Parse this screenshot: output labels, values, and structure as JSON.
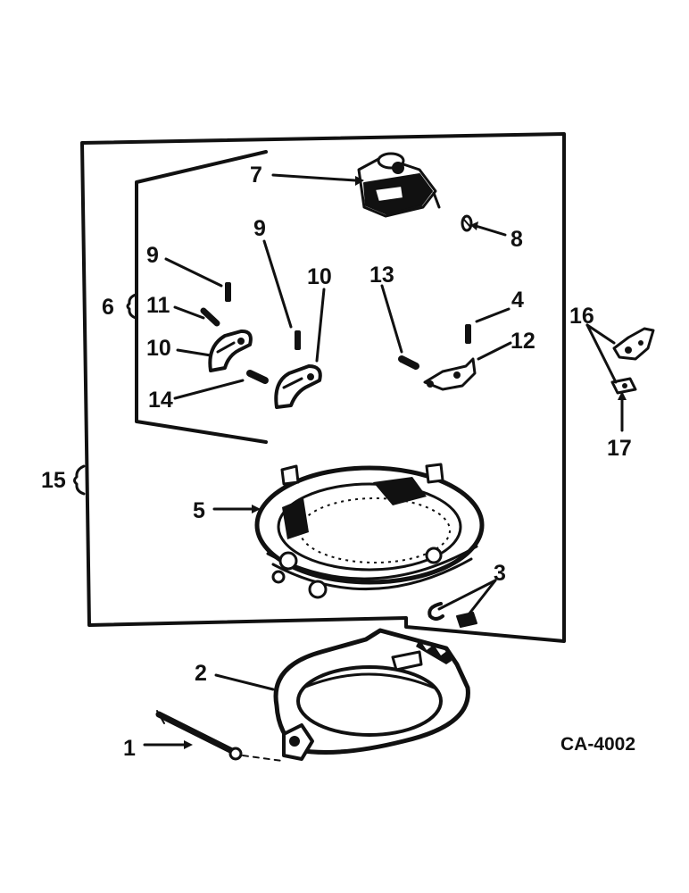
{
  "drawing_code": "CA-4002",
  "callouts": {
    "c1": "1",
    "c2": "2",
    "c3": "3",
    "c4": "4",
    "c5": "5",
    "c6": "6",
    "c7": "7",
    "c8": "8",
    "c9a": "9",
    "c9b": "9",
    "c10a": "10",
    "c10b": "10",
    "c11": "11",
    "c12": "12",
    "c13": "13",
    "c14": "14",
    "c15": "15",
    "c16": "16",
    "c17": "17"
  },
  "colors": {
    "ink": "#111111",
    "paper": "#ffffff"
  }
}
